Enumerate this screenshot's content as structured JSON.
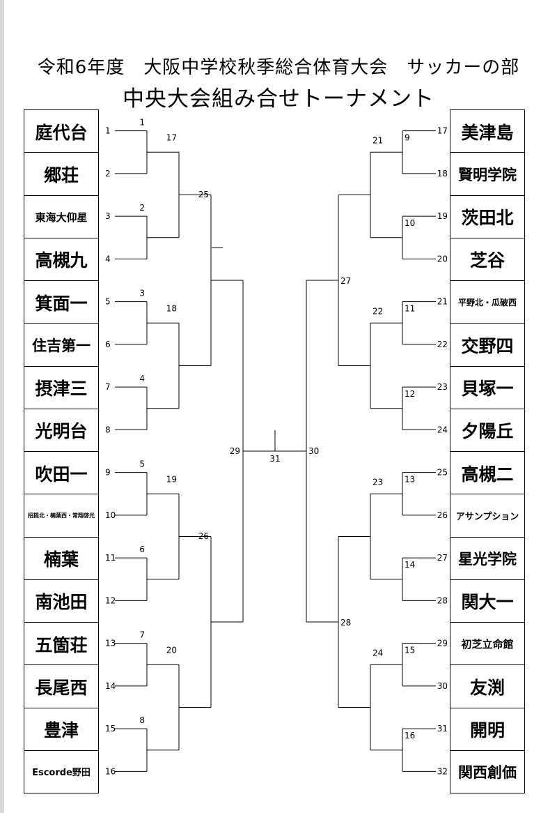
{
  "header": {
    "title_line1": "令和6年度　大阪中学校秋季総合体育大会　サッカーの部",
    "title_line2": "中央大会組み合せトーナメント"
  },
  "left_teams": [
    {
      "name": "庭代台",
      "seed": "1",
      "size": 25
    },
    {
      "name": "郷荘",
      "seed": "2",
      "size": 25
    },
    {
      "name": "東海大仰星",
      "seed": "3",
      "size": 15
    },
    {
      "name": "高槻九",
      "seed": "4",
      "size": 25
    },
    {
      "name": "箕面一",
      "seed": "5",
      "size": 25
    },
    {
      "name": "住吉第一",
      "seed": "6",
      "size": 21
    },
    {
      "name": "摂津三",
      "seed": "7",
      "size": 25
    },
    {
      "name": "光明台",
      "seed": "8",
      "size": 25
    },
    {
      "name": "吹田一",
      "seed": "9",
      "size": 25
    },
    {
      "name": "招提北・楠葉西・常翔啓光",
      "seed": "10",
      "size": 8
    },
    {
      "name": "楠葉",
      "seed": "11",
      "size": 25
    },
    {
      "name": "南池田",
      "seed": "12",
      "size": 25
    },
    {
      "name": "五箇荘",
      "seed": "13",
      "size": 25
    },
    {
      "name": "長尾西",
      "seed": "14",
      "size": 25
    },
    {
      "name": "豊津",
      "seed": "15",
      "size": 25
    },
    {
      "name": "Escorde野田",
      "seed": "16",
      "size": 13
    }
  ],
  "right_teams": [
    {
      "name": "美津島",
      "seed": "17",
      "size": 25
    },
    {
      "name": "賢明学院",
      "seed": "18",
      "size": 21
    },
    {
      "name": "茨田北",
      "seed": "19",
      "size": 25
    },
    {
      "name": "芝谷",
      "seed": "20",
      "size": 25
    },
    {
      "name": "平野北・瓜破西",
      "seed": "21",
      "size": 12
    },
    {
      "name": "交野四",
      "seed": "22",
      "size": 25
    },
    {
      "name": "貝塚一",
      "seed": "23",
      "size": 25
    },
    {
      "name": "夕陽丘",
      "seed": "24",
      "size": 25
    },
    {
      "name": "高槻二",
      "seed": "25",
      "size": 25
    },
    {
      "name": "アサンプション",
      "seed": "26",
      "size": 13
    },
    {
      "name": "星光学院",
      "seed": "27",
      "size": 21
    },
    {
      "name": "関大一",
      "seed": "28",
      "size": 25
    },
    {
      "name": "初芝立命館",
      "seed": "29",
      "size": 15
    },
    {
      "name": "友渕",
      "seed": "30",
      "size": 25
    },
    {
      "name": "開明",
      "seed": "31",
      "size": 25
    },
    {
      "name": "関西創価",
      "seed": "32",
      "size": 21
    }
  ],
  "match_numbers": {
    "left_r1": [
      "1",
      "2",
      "3",
      "4",
      "5",
      "6",
      "7",
      "8"
    ],
    "left_r2": [
      "17",
      "18",
      "19",
      "20"
    ],
    "left_r3": [
      "25",
      "26"
    ],
    "left_semi": "29",
    "right_r1": [
      "9",
      "10",
      "11",
      "12",
      "13",
      "14",
      "15",
      "16"
    ],
    "right_r2": [
      "21",
      "22",
      "23",
      "24"
    ],
    "right_r3": [
      "27",
      "28"
    ],
    "right_semi": "30",
    "final": "31"
  }
}
